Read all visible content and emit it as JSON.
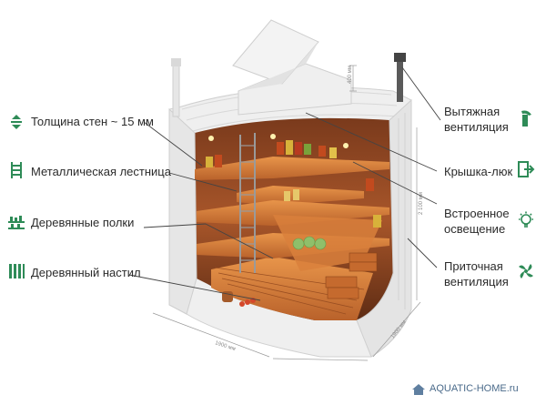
{
  "labels_left": {
    "walls": "Толщина стен ~ 15 мм",
    "ladder": "Металлическая лестница",
    "shelves": "Деревянные полки",
    "floor": "Деревянный настил"
  },
  "labels_right": {
    "exhaust": "Вытяжная вентиляция",
    "hatch": "Крышка-люк",
    "lighting": "Встроенное освещение",
    "supply": "Приточная вентиляция"
  },
  "dimensions": {
    "hatch_height": "400 мм",
    "height": "2 100 мм",
    "width": "1900 мм",
    "depth": "1900 мм"
  },
  "watermark": "AQUATIC-HOME.ru",
  "colors": {
    "accent": "#2e8b57",
    "wood": "#c8763a",
    "wall": "#eeeeee"
  }
}
